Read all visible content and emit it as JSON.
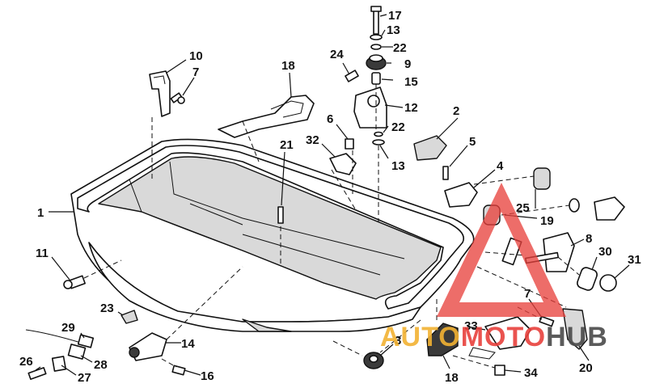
{
  "callouts": [
    {
      "id": "c1",
      "label": "1"
    },
    {
      "id": "c2",
      "label": "2"
    },
    {
      "id": "c3",
      "label": "3"
    },
    {
      "id": "c4",
      "label": "4"
    },
    {
      "id": "c5",
      "label": "5"
    },
    {
      "id": "c6",
      "label": "6"
    },
    {
      "id": "c7a",
      "label": "7"
    },
    {
      "id": "c7b",
      "label": "7"
    },
    {
      "id": "c8",
      "label": "8"
    },
    {
      "id": "c9",
      "label": "9"
    },
    {
      "id": "c10",
      "label": "10"
    },
    {
      "id": "c11",
      "label": "11"
    },
    {
      "id": "c12",
      "label": "12"
    },
    {
      "id": "c13a",
      "label": "13"
    },
    {
      "id": "c13b",
      "label": "13"
    },
    {
      "id": "c14",
      "label": "14"
    },
    {
      "id": "c15",
      "label": "15"
    },
    {
      "id": "c16",
      "label": "16"
    },
    {
      "id": "c17",
      "label": "17"
    },
    {
      "id": "c18a",
      "label": "18"
    },
    {
      "id": "c18b",
      "label": "18"
    },
    {
      "id": "c19",
      "label": "19"
    },
    {
      "id": "c20",
      "label": "20"
    },
    {
      "id": "c21",
      "label": "21"
    },
    {
      "id": "c22a",
      "label": "22"
    },
    {
      "id": "c22b",
      "label": "22"
    },
    {
      "id": "c23",
      "label": "23"
    },
    {
      "id": "c24",
      "label": "24"
    },
    {
      "id": "c25",
      "label": "25"
    },
    {
      "id": "c26",
      "label": "26"
    },
    {
      "id": "c27",
      "label": "27"
    },
    {
      "id": "c28",
      "label": "28"
    },
    {
      "id": "c29",
      "label": "29"
    },
    {
      "id": "c30",
      "label": "30"
    },
    {
      "id": "c31",
      "label": "31"
    },
    {
      "id": "c32",
      "label": "32"
    },
    {
      "id": "c33",
      "label": "33"
    },
    {
      "id": "c34",
      "label": "34"
    }
  ],
  "watermark": {
    "text_part1": "AUTO",
    "text_part2": "MOTO",
    "text_part3": "HUB",
    "color_primary": "#e8413c",
    "color_secondary": "#f2b233",
    "color_tertiary": "#4a4a4a"
  }
}
